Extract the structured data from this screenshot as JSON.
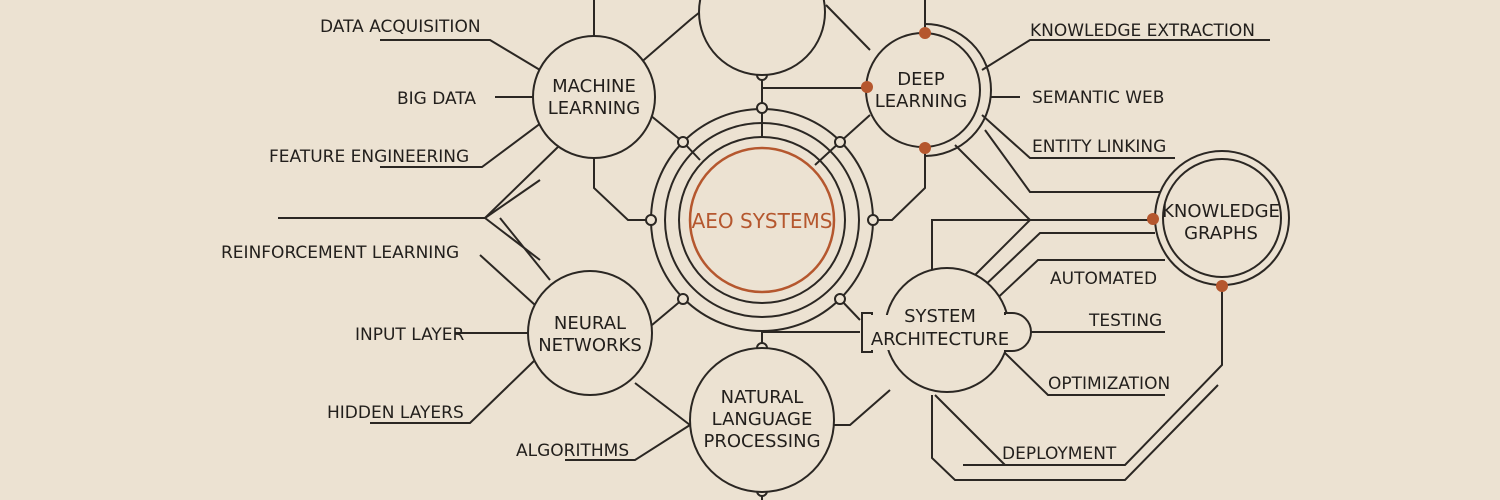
{
  "center": {
    "label": "AEO SYSTEMS"
  },
  "hubs": {
    "machine_learning": [
      "MACHINE",
      "LEARNING"
    ],
    "deep_learning": [
      "DEEP",
      "LEARNING"
    ],
    "neural_networks": [
      "NEURAL",
      "NETWORKS"
    ],
    "nlp": [
      "NATURAL",
      "LANGUAGE",
      "PROCESSING"
    ],
    "system_architecture": [
      "SYSTEM",
      "ARCHITECTURE"
    ],
    "knowledge_graphs": [
      "KNOWLEDGE",
      "GRAPHS"
    ]
  },
  "leaves": {
    "data_acquisition": "DATA ACQUISITION",
    "big_data": "BIG DATA",
    "feature_engineering": "FEATURE ENGINEERING",
    "reinforcement_learning": "REINFORCEMENT LEARNING",
    "input_layer": "INPUT LAYER",
    "hidden_layers": "HIDDEN LAYERS",
    "algorithms": "ALGORITHMS",
    "knowledge_extraction": "KNOWLEDGE EXTRACTION",
    "semantic_web": "SEMANTIC WEB",
    "entity_linking": "ENTITY LINKING",
    "automated": "AUTOMATED",
    "testing": "TESTING",
    "optimization": "OPTIMIZATION",
    "deployment": "DEPLOYMENT"
  },
  "colors": {
    "background": "#ece2d2",
    "line": "#2b2723",
    "accent": "#b5572e"
  }
}
